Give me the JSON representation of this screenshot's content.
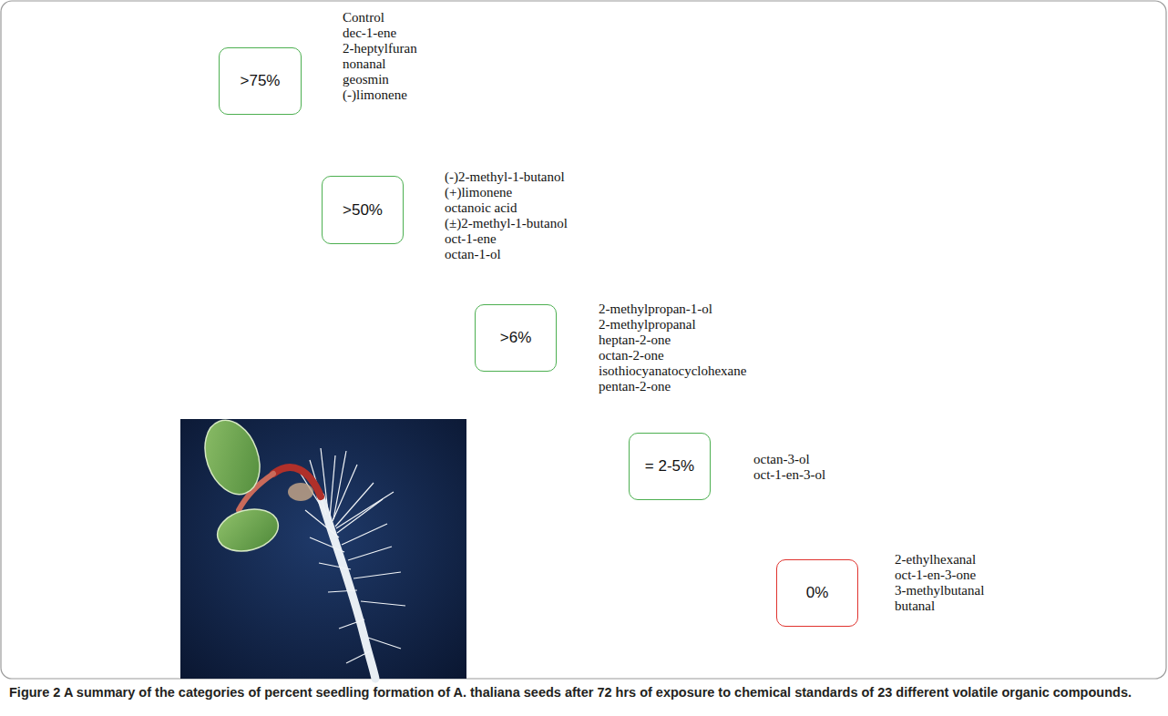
{
  "diagram": {
    "caption": "Figure 2 A summary of the categories of percent seedling formation of A. thaliana seeds after 72 hrs of exposure to chemical standards of 23 different volatile organic compounds.",
    "nodes": [
      {
        "text": [
          ">75%"
        ]
      },
      {
        "text": [
          ">50%"
        ]
      },
      {
        "text": [
          ">6%"
        ]
      },
      {
        "text": [
          "= 2-5%"
        ]
      },
      {
        "text": [
          "0%"
        ]
      }
    ],
    "labels": [
      "Control",
      "dec-1-ene",
      "2-heptylfuran",
      "nonanal",
      "geosmin",
      "(-)limonene",
      "(-)2-methyl-1-butanol",
      "(+)limonene",
      "octanoic acid",
      "(±)2-methyl-1-butanol",
      "oct-1-ene",
      "octan-1-ol",
      "2-methylpropan-1-ol",
      "2-methylpropanal",
      "heptan-2-one",
      "octan-2-one",
      "isothiocyanatocyclohexane",
      "pentan-2-one",
      "octan-3-ol",
      "oct-1-en-3-ol",
      "2-ethylhexanal",
      "oct-1-en-3-one",
      "3-methylbutanal",
      "butanal"
    ]
  }
}
